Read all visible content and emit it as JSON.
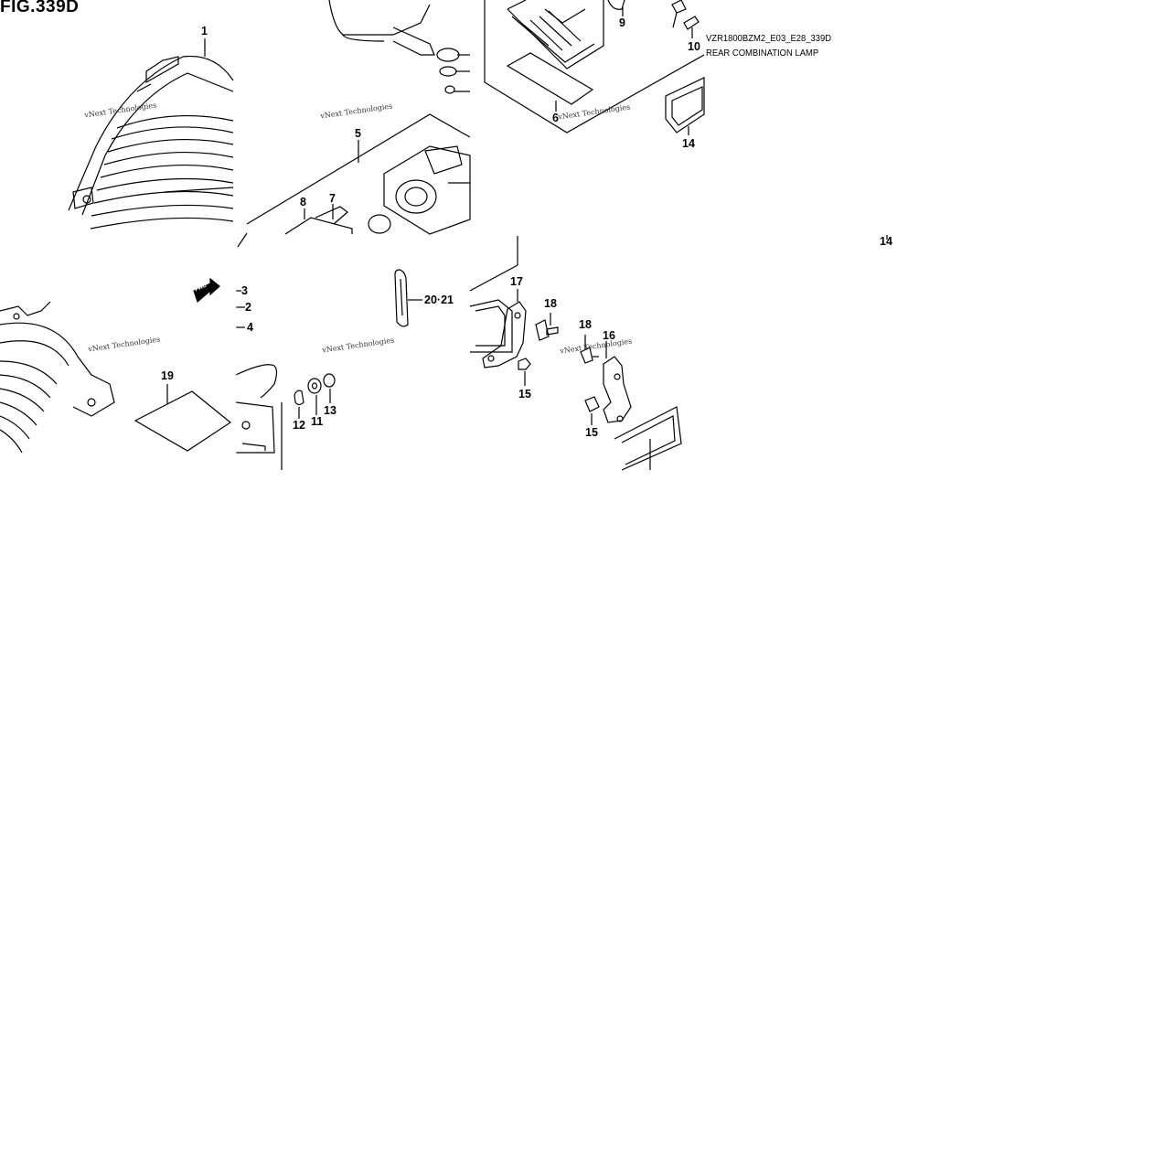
{
  "figure": {
    "title": "FIG.339D",
    "code": "VZR1800BZM2_E03_E28_339D",
    "name": "REAR COMBINATION LAMP"
  },
  "fwd_label": "FWD",
  "watermark": "vNext Technologies",
  "callouts": [
    "1",
    "2",
    "3",
    "4",
    "5",
    "6",
    "7",
    "8",
    "9",
    "10",
    "11",
    "12",
    "13",
    "14",
    "14",
    "15",
    "15",
    "16",
    "17",
    "18",
    "18",
    "19",
    "20·21"
  ]
}
